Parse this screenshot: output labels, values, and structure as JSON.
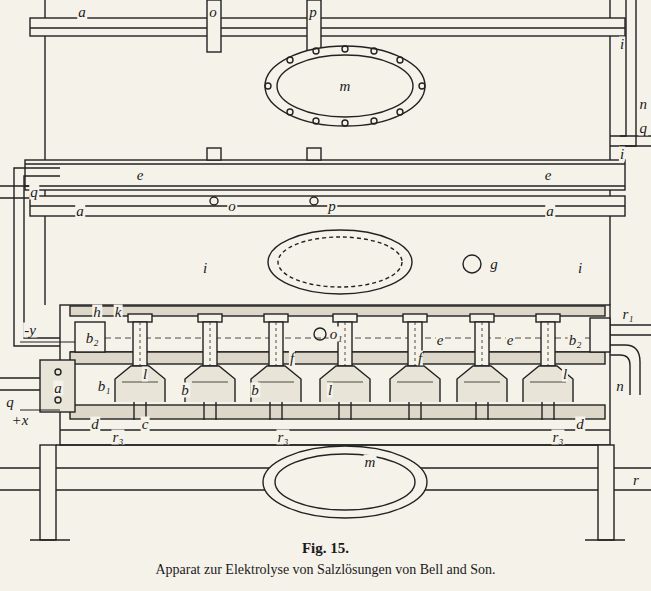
{
  "diagram": {
    "title": "Fig. 15.",
    "caption": "Apparat zur Elektrolyse von Salzlösungen von Bell and Son.",
    "labels": [
      "a",
      "o",
      "p",
      "i",
      "m",
      "n",
      "q",
      "i",
      "e",
      "q",
      "e",
      "a",
      "o",
      "p",
      "a",
      "i",
      "g",
      "i",
      "h",
      "k",
      "r₁",
      "-y",
      "b₂",
      "o₁",
      "e",
      "e",
      "b₂",
      "f",
      "f",
      "n",
      "l",
      "l",
      "q",
      "a",
      "b₁",
      "b",
      "b",
      "l",
      "+x",
      "d",
      "c",
      "d",
      "r₃",
      "r₃",
      "r₃",
      "m",
      "r"
    ]
  }
}
